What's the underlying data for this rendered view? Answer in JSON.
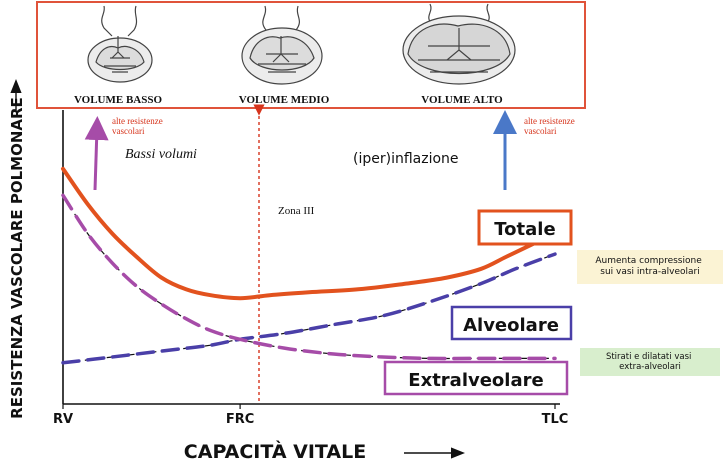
{
  "chart_data": {
    "type": "line",
    "ylabel": "RESISTENZA VASCOLARE POLMONARE",
    "xlabel": "CAPACITÀ VITALE",
    "x_ticks": [
      "RV",
      "FRC",
      "TLC"
    ],
    "x_tick_values": [
      0,
      0.36,
      1
    ],
    "xlim": [
      0,
      1
    ],
    "ylim": [
      0,
      1
    ],
    "grid": false,
    "series": [
      {
        "name": "Totale",
        "color": "#e2521e",
        "style": "solid",
        "x": [
          0,
          0.05,
          0.1,
          0.15,
          0.2,
          0.25,
          0.3,
          0.36,
          0.42,
          0.5,
          0.6,
          0.7,
          0.78,
          0.85,
          0.9,
          0.95,
          1
        ],
        "values": [
          0.8,
          0.68,
          0.58,
          0.5,
          0.43,
          0.39,
          0.37,
          0.36,
          0.37,
          0.38,
          0.39,
          0.41,
          0.43,
          0.46,
          0.5,
          0.54,
          0.58
        ]
      },
      {
        "name": "Alveolare",
        "color": "#4a3fa8",
        "style": "dashed",
        "x": [
          0,
          0.1,
          0.2,
          0.3,
          0.36,
          0.45,
          0.55,
          0.65,
          0.75,
          0.85,
          0.92,
          1
        ],
        "values": [
          0.14,
          0.16,
          0.18,
          0.2,
          0.22,
          0.24,
          0.27,
          0.3,
          0.35,
          0.41,
          0.46,
          0.51
        ]
      },
      {
        "name": "Extralveolare",
        "color": "#a64ca8",
        "style": "dashed",
        "x": [
          0,
          0.05,
          0.1,
          0.15,
          0.2,
          0.25,
          0.3,
          0.36,
          0.45,
          0.55,
          0.65,
          0.75,
          0.85,
          1
        ],
        "values": [
          0.71,
          0.58,
          0.48,
          0.4,
          0.34,
          0.29,
          0.25,
          0.22,
          0.19,
          0.17,
          0.16,
          0.155,
          0.155,
          0.155
        ]
      }
    ],
    "annotations": {
      "low_volume": "Bassi volumi",
      "high_volume": "(iper)inflazione",
      "zone": "Zona III",
      "resistance_left": "alte resistenze vascolari",
      "resistance_right": "alte resistenze vascolari",
      "note_upper": "Aumenta compressione sui vasi intra-alveolari",
      "note_lower": "Stirati e dilatati vasi extra-alveolari"
    }
  },
  "lung_panel": {
    "labels": [
      "VOLUME BASSO",
      "VOLUME MEDIO",
      "VOLUME ALTO"
    ]
  },
  "colors": {
    "frame": "#e0533a",
    "totale": "#e2521e",
    "alveolare": "#4a3fa8",
    "extralveolare": "#a64ca8",
    "arrow_left": "#a64ca8",
    "arrow_right": "#4a78c8",
    "note_upper_bg": "#fbf3d4",
    "note_lower_bg": "#d8eecd",
    "annotation_red": "#d6341c"
  }
}
